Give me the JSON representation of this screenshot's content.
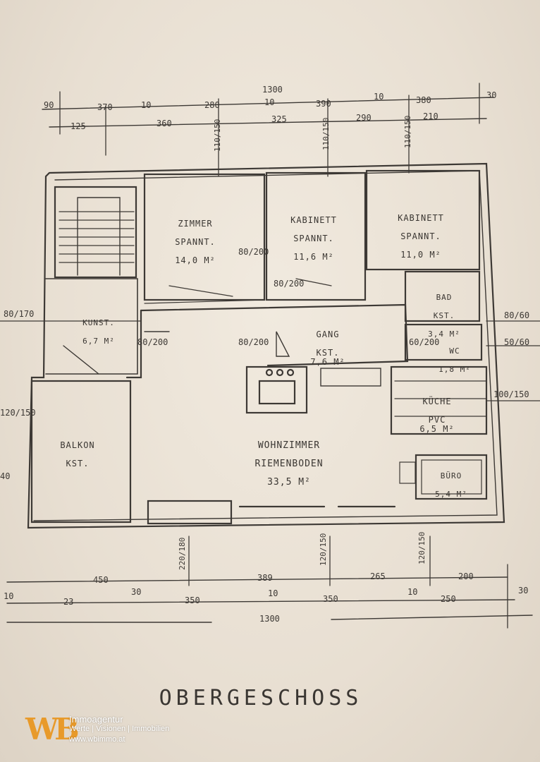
{
  "floor_title": "OBERGESCHOSS",
  "rooms": [
    {
      "name": "ZIMMER",
      "floor": "SPANNT.",
      "area": "14,0 M²"
    },
    {
      "name": "KABINETT",
      "floor": "SPANNT.",
      "area": "11,6 M²"
    },
    {
      "name": "KABINETT",
      "floor": "SPANNT.",
      "area": "11,0 M²"
    },
    {
      "name": "BAD",
      "floor": "KST.",
      "area": "3,4 M²"
    },
    {
      "name": "GANG",
      "floor": "KST.",
      "area": "7,6 M²"
    },
    {
      "name": "WC",
      "floor": "",
      "area": "1,8 M²"
    },
    {
      "name": "KÜCHE",
      "floor": "PVC",
      "area": "6,5 M²"
    },
    {
      "name": "WOHNZIMMER",
      "floor": "RIEMENBODEN",
      "area": "33,5 M²"
    },
    {
      "name": "BALKON",
      "floor": "KST.",
      "area": ""
    },
    {
      "name": "KUNST.",
      "floor": "",
      "area": "6,7 M²"
    },
    {
      "name": "BÜRO",
      "floor": "",
      "area": "5,4 M²"
    }
  ],
  "dimensions": {
    "top_total": "1300",
    "top_row1": [
      "90",
      "370",
      "10",
      "280",
      "10",
      "390",
      "10",
      "380",
      "30"
    ],
    "top_row2": [
      "125",
      "360",
      "325",
      "290",
      "210"
    ],
    "bottom_row1": [
      "450",
      "389",
      "265",
      "200"
    ],
    "bottom_row2": [
      "10",
      "23",
      "30",
      "350",
      "10",
      "350",
      "10",
      "250",
      "30"
    ],
    "bottom_total": "1300",
    "window_bottom": [
      "220/180",
      "120/150",
      "120/150"
    ],
    "window_top": [
      "110/150",
      "110/150",
      "110/150"
    ],
    "door_marks": [
      "80/200",
      "80/200",
      "80/200",
      "80/200",
      "60/200"
    ],
    "right_side": [
      "80/60",
      "50/60",
      "100/150"
    ],
    "left_side": [
      "80/170",
      "120/150",
      "40"
    ]
  },
  "logo": {
    "mark": "WB",
    "line1": "Immoagentur",
    "line2": "Werte | Visionen | Immobilien",
    "line3": "www.wbimmo.at",
    "accent": "#e89a2a"
  }
}
